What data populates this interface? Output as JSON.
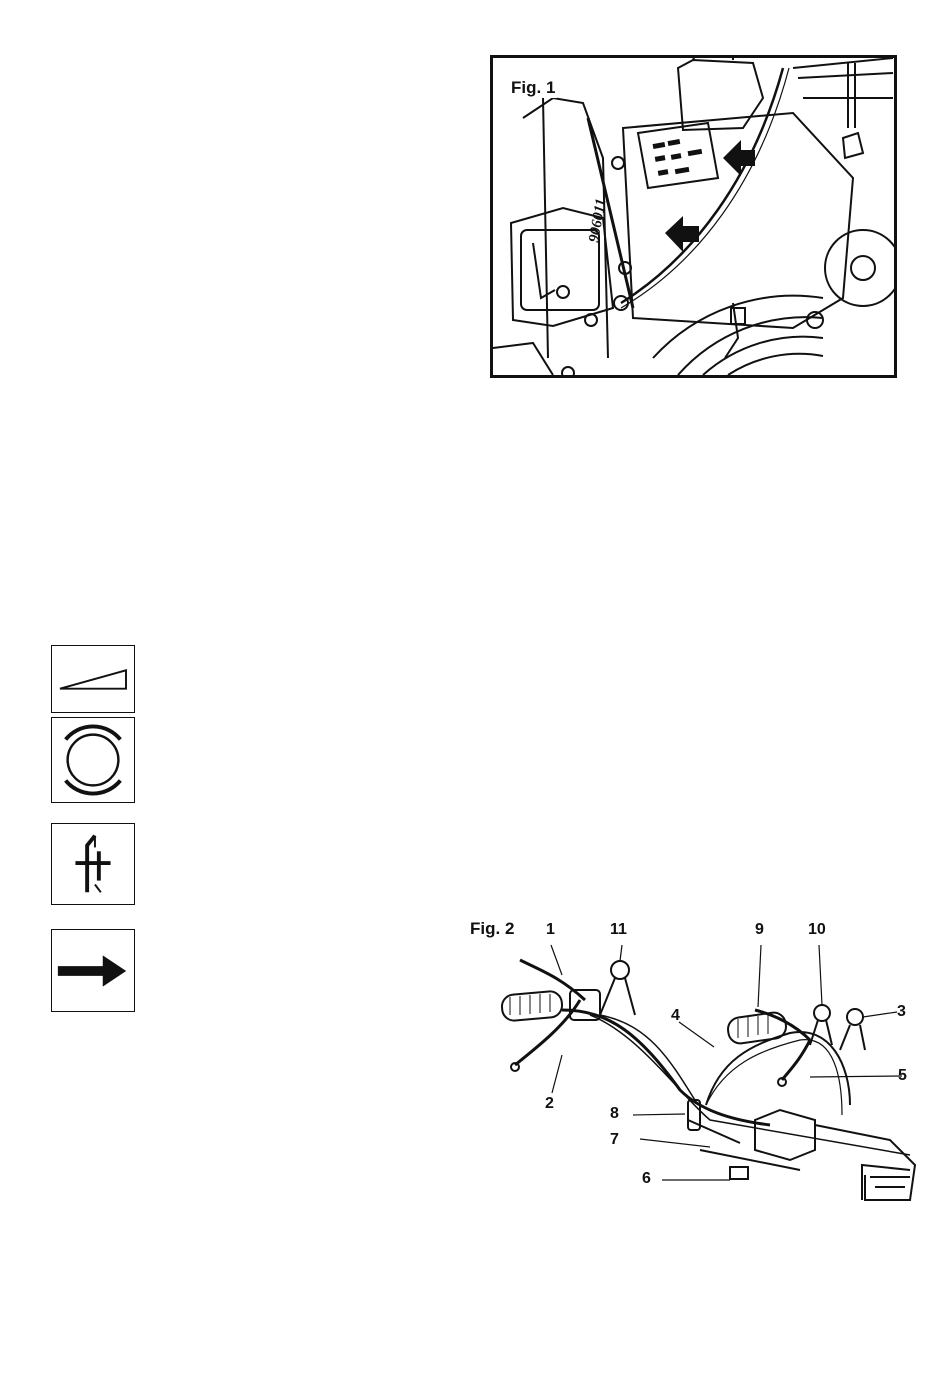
{
  "fig1": {
    "label": "Fig. 1",
    "plate_text": "906011"
  },
  "symbols": [
    {
      "icon": "wedge-ramp-icon"
    },
    {
      "icon": "circle-arcs-icon"
    },
    {
      "icon": "clutch-lever-icon"
    },
    {
      "icon": "arrow-right-icon"
    }
  ],
  "fig2": {
    "label": "Fig. 2",
    "callouts": [
      "1",
      "11",
      "9",
      "10",
      "3",
      "4",
      "5",
      "2",
      "8",
      "7",
      "6"
    ]
  }
}
